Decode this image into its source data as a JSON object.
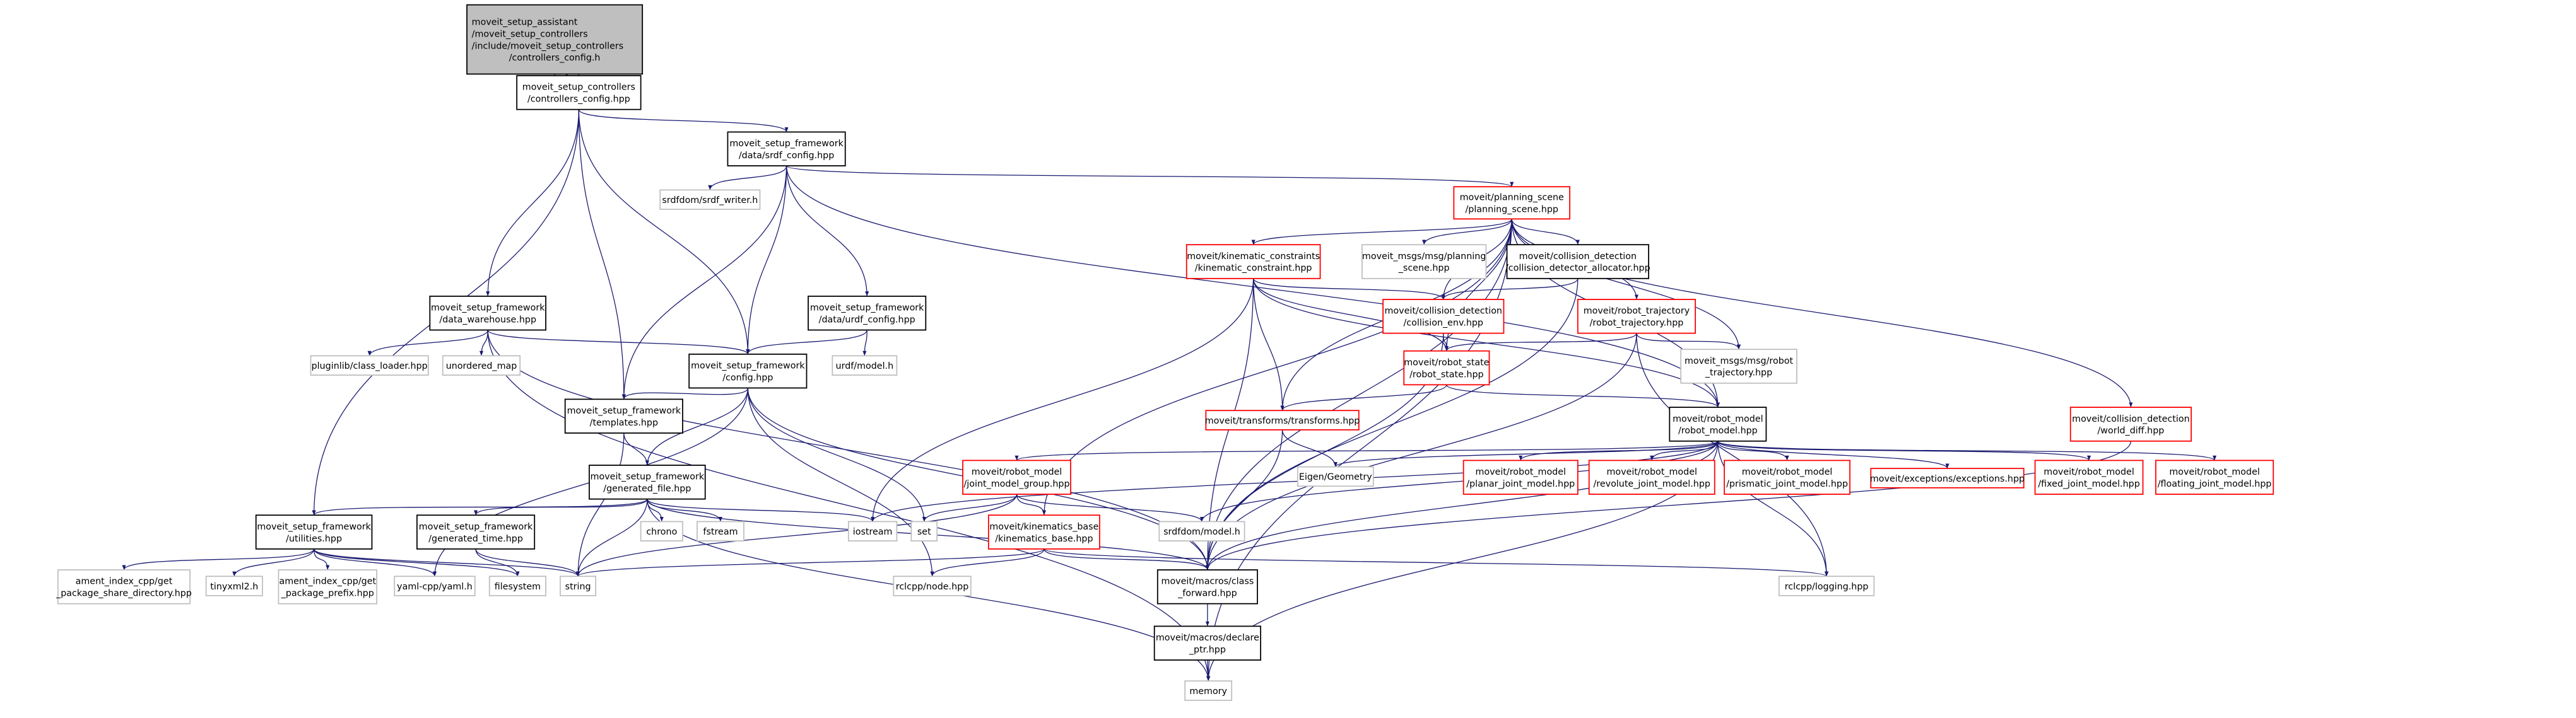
{
  "colors": {
    "edge": "#191970",
    "root_fill": "#bfbfbf",
    "documented_border": "#000000",
    "undocumented_border": "#ff0000",
    "external_border": "#bfbfbf"
  },
  "nodes": [
    {
      "id": "root",
      "style": "root",
      "lines": [
        "moveit_setup_assistant",
        "/moveit_setup_controllers",
        "/include/moveit_setup_controllers",
        "/controllers_config.h"
      ]
    },
    {
      "id": "cc",
      "style": "doc",
      "lines": [
        "moveit_setup_controllers",
        "/controllers_config.hpp"
      ]
    },
    {
      "id": "srdf",
      "style": "doc",
      "lines": [
        "moveit_setup_framework",
        "/data/srdf_config.hpp"
      ]
    },
    {
      "id": "srdfw",
      "style": "ext",
      "lines": [
        "srdfdom/srdf_writer.h"
      ]
    },
    {
      "id": "ps",
      "style": "red",
      "lines": [
        "moveit/planning_scene",
        "/planning_scene.hpp"
      ]
    },
    {
      "id": "dw",
      "style": "doc",
      "lines": [
        "moveit_setup_framework",
        "/data_warehouse.hpp"
      ]
    },
    {
      "id": "urdf",
      "style": "doc",
      "lines": [
        "moveit_setup_framework",
        "/data/urdf_config.hpp"
      ]
    },
    {
      "id": "plug",
      "style": "ext",
      "lines": [
        "pluginlib/class_loader.hpp"
      ]
    },
    {
      "id": "umap",
      "style": "ext",
      "lines": [
        "unordered_map"
      ]
    },
    {
      "id": "urdfm",
      "style": "ext",
      "lines": [
        "urdf/model.h"
      ]
    },
    {
      "id": "config",
      "style": "doc",
      "lines": [
        "moveit_setup_framework",
        "/config.hpp"
      ]
    },
    {
      "id": "kc",
      "style": "red",
      "lines": [
        "moveit/kinematic_constraints",
        "/kinematic_constraint.hpp"
      ]
    },
    {
      "id": "mps",
      "style": "ext",
      "lines": [
        "moveit_msgs/msg/planning",
        "_scene.hpp"
      ]
    },
    {
      "id": "cda",
      "style": "doc",
      "lines": [
        "moveit/collision_detection",
        "/collision_detector_allocator.hpp"
      ]
    },
    {
      "id": "ce",
      "style": "red",
      "lines": [
        "moveit/collision_detection",
        "/collision_env.hpp"
      ]
    },
    {
      "id": "rt",
      "style": "red",
      "lines": [
        "moveit/robot_trajectory",
        "/robot_trajectory.hpp"
      ]
    },
    {
      "id": "rs",
      "style": "red",
      "lines": [
        "moveit/robot_state",
        "/robot_state.hpp"
      ]
    },
    {
      "id": "mrt",
      "style": "ext",
      "lines": [
        "moveit_msgs/msg/robot",
        "_trajectory.hpp"
      ]
    },
    {
      "id": "wd",
      "style": "red",
      "lines": [
        "moveit/collision_detection",
        "/world_diff.hpp"
      ]
    },
    {
      "id": "tpl",
      "style": "doc",
      "lines": [
        "moveit_setup_framework",
        "/templates.hpp"
      ]
    },
    {
      "id": "tf",
      "style": "red",
      "lines": [
        "moveit/transforms/transforms.hpp"
      ]
    },
    {
      "id": "rm",
      "style": "doc",
      "lines": [
        "moveit/robot_model",
        "/robot_model.hpp"
      ]
    },
    {
      "id": "gf",
      "style": "doc",
      "lines": [
        "moveit_setup_framework",
        "/generated_file.hpp"
      ]
    },
    {
      "id": "jmg",
      "style": "red",
      "lines": [
        "moveit/robot_model",
        "/joint_model_group.hpp"
      ]
    },
    {
      "id": "eigen",
      "style": "ext",
      "lines": [
        "Eigen/Geometry"
      ]
    },
    {
      "id": "pjm",
      "style": "red",
      "lines": [
        "moveit/robot_model",
        "/planar_joint_model.hpp"
      ]
    },
    {
      "id": "rjm",
      "style": "red",
      "lines": [
        "moveit/robot_model",
        "/revolute_joint_model.hpp"
      ]
    },
    {
      "id": "prjm",
      "style": "red",
      "lines": [
        "moveit/robot_model",
        "/prismatic_joint_model.hpp"
      ]
    },
    {
      "id": "exc",
      "style": "red",
      "lines": [
        "moveit/exceptions/exceptions.hpp"
      ]
    },
    {
      "id": "fjm",
      "style": "red",
      "lines": [
        "moveit/robot_model",
        "/fixed_joint_model.hpp"
      ]
    },
    {
      "id": "fljm",
      "style": "red",
      "lines": [
        "moveit/robot_model",
        "/floating_joint_model.hpp"
      ]
    },
    {
      "id": "util",
      "style": "doc",
      "lines": [
        "moveit_setup_framework",
        "/utilities.hpp"
      ]
    },
    {
      "id": "gt",
      "style": "doc",
      "lines": [
        "moveit_setup_framework",
        "/generated_time.hpp"
      ]
    },
    {
      "id": "chrono",
      "style": "ext",
      "lines": [
        "chrono"
      ]
    },
    {
      "id": "fstream",
      "style": "ext",
      "lines": [
        "fstream"
      ]
    },
    {
      "id": "iostream",
      "style": "ext",
      "lines": [
        "iostream"
      ]
    },
    {
      "id": "set",
      "style": "ext",
      "lines": [
        "set"
      ]
    },
    {
      "id": "kb",
      "style": "red",
      "lines": [
        "moveit/kinematics_base",
        "/kinematics_base.hpp"
      ]
    },
    {
      "id": "srdfm",
      "style": "ext",
      "lines": [
        "srdfdom/model.h"
      ]
    },
    {
      "id": "amsd",
      "style": "ext",
      "lines": [
        "ament_index_cpp/get",
        "_package_share_directory.hpp"
      ]
    },
    {
      "id": "tinyxml",
      "style": "ext",
      "lines": [
        "tinyxml2.h"
      ]
    },
    {
      "id": "ampp",
      "style": "ext",
      "lines": [
        "ament_index_cpp/get",
        "_package_prefix.hpp"
      ]
    },
    {
      "id": "yaml",
      "style": "ext",
      "lines": [
        "yaml-cpp/yaml.h"
      ]
    },
    {
      "id": "fs",
      "style": "ext",
      "lines": [
        "filesystem"
      ]
    },
    {
      "id": "string",
      "style": "ext",
      "lines": [
        "string"
      ]
    },
    {
      "id": "node",
      "style": "ext",
      "lines": [
        "rclcpp/node.hpp"
      ]
    },
    {
      "id": "cf",
      "style": "doc",
      "lines": [
        "moveit/macros/class",
        "_forward.hpp"
      ]
    },
    {
      "id": "log",
      "style": "ext",
      "lines": [
        "rclcpp/logging.hpp"
      ]
    },
    {
      "id": "dp",
      "style": "doc",
      "lines": [
        "moveit/macros/declare",
        "_ptr.hpp"
      ]
    },
    {
      "id": "memory",
      "style": "ext",
      "lines": [
        "memory"
      ]
    }
  ],
  "edges": [
    [
      "root",
      "cc"
    ],
    [
      "cc",
      "srdf"
    ],
    [
      "cc",
      "dw"
    ],
    [
      "cc",
      "config"
    ],
    [
      "cc",
      "tpl"
    ],
    [
      "cc",
      "util"
    ],
    [
      "srdf",
      "srdfw"
    ],
    [
      "srdf",
      "config"
    ],
    [
      "srdf",
      "urdf"
    ],
    [
      "srdf",
      "ps"
    ],
    [
      "srdf",
      "rm"
    ],
    [
      "srdf",
      "tpl"
    ],
    [
      "dw",
      "plug"
    ],
    [
      "dw",
      "umap"
    ],
    [
      "dw",
      "config"
    ],
    [
      "dw",
      "memory"
    ],
    [
      "dw",
      "cf"
    ],
    [
      "urdf",
      "config"
    ],
    [
      "urdf",
      "urdfm"
    ],
    [
      "config",
      "tpl"
    ],
    [
      "config",
      "gf"
    ],
    [
      "config",
      "yaml"
    ],
    [
      "config",
      "set"
    ],
    [
      "config",
      "node"
    ],
    [
      "config",
      "cf"
    ],
    [
      "tpl",
      "gf"
    ],
    [
      "tpl",
      "string"
    ],
    [
      "gf",
      "util"
    ],
    [
      "gf",
      "gt"
    ],
    [
      "gf",
      "chrono"
    ],
    [
      "gf",
      "fstream"
    ],
    [
      "gf",
      "iostream"
    ],
    [
      "gf",
      "string"
    ],
    [
      "gf",
      "cf"
    ],
    [
      "gf",
      "memory"
    ],
    [
      "util",
      "amsd"
    ],
    [
      "util",
      "tinyxml"
    ],
    [
      "util",
      "ampp"
    ],
    [
      "util",
      "yaml"
    ],
    [
      "util",
      "fs"
    ],
    [
      "util",
      "string"
    ],
    [
      "gt",
      "fs"
    ],
    [
      "gt",
      "string"
    ],
    [
      "ps",
      "kc"
    ],
    [
      "ps",
      "mps"
    ],
    [
      "ps",
      "cda"
    ],
    [
      "ps",
      "ce"
    ],
    [
      "ps",
      "rt"
    ],
    [
      "ps",
      "rs"
    ],
    [
      "ps",
      "mrt"
    ],
    [
      "ps",
      "wd"
    ],
    [
      "ps",
      "rm"
    ],
    [
      "ps",
      "tf"
    ],
    [
      "ps",
      "cf"
    ],
    [
      "ps",
      "kb"
    ],
    [
      "ps",
      "memory"
    ],
    [
      "kc",
      "ce"
    ],
    [
      "kc",
      "rs"
    ],
    [
      "kc",
      "tf"
    ],
    [
      "kc",
      "cf"
    ],
    [
      "kc",
      "iostream"
    ],
    [
      "kc",
      "rm"
    ],
    [
      "cda",
      "ce"
    ],
    [
      "cda",
      "cf"
    ],
    [
      "ce",
      "rs"
    ],
    [
      "ce",
      "cf"
    ],
    [
      "rt",
      "rs"
    ],
    [
      "rt",
      "mrt"
    ],
    [
      "rt",
      "cf"
    ],
    [
      "rt",
      "log"
    ],
    [
      "rs",
      "tf"
    ],
    [
      "rs",
      "rm"
    ],
    [
      "tf",
      "eigen"
    ],
    [
      "tf",
      "cf"
    ],
    [
      "rm",
      "jmg"
    ],
    [
      "rm",
      "eigen"
    ],
    [
      "rm",
      "srdfm"
    ],
    [
      "rm",
      "pjm"
    ],
    [
      "rm",
      "rjm"
    ],
    [
      "rm",
      "prjm"
    ],
    [
      "rm",
      "exc"
    ],
    [
      "rm",
      "fjm"
    ],
    [
      "rm",
      "fljm"
    ],
    [
      "rm",
      "iostream"
    ],
    [
      "rm",
      "cf"
    ],
    [
      "rm",
      "log"
    ],
    [
      "rm",
      "memory"
    ],
    [
      "wd",
      "cf"
    ],
    [
      "jmg",
      "set"
    ],
    [
      "jmg",
      "kb"
    ],
    [
      "jmg",
      "srdfm"
    ],
    [
      "jmg",
      "string"
    ],
    [
      "kb",
      "node"
    ],
    [
      "kb",
      "cf"
    ],
    [
      "kb",
      "string"
    ],
    [
      "kb",
      "log"
    ],
    [
      "cf",
      "dp"
    ],
    [
      "dp",
      "memory"
    ]
  ]
}
